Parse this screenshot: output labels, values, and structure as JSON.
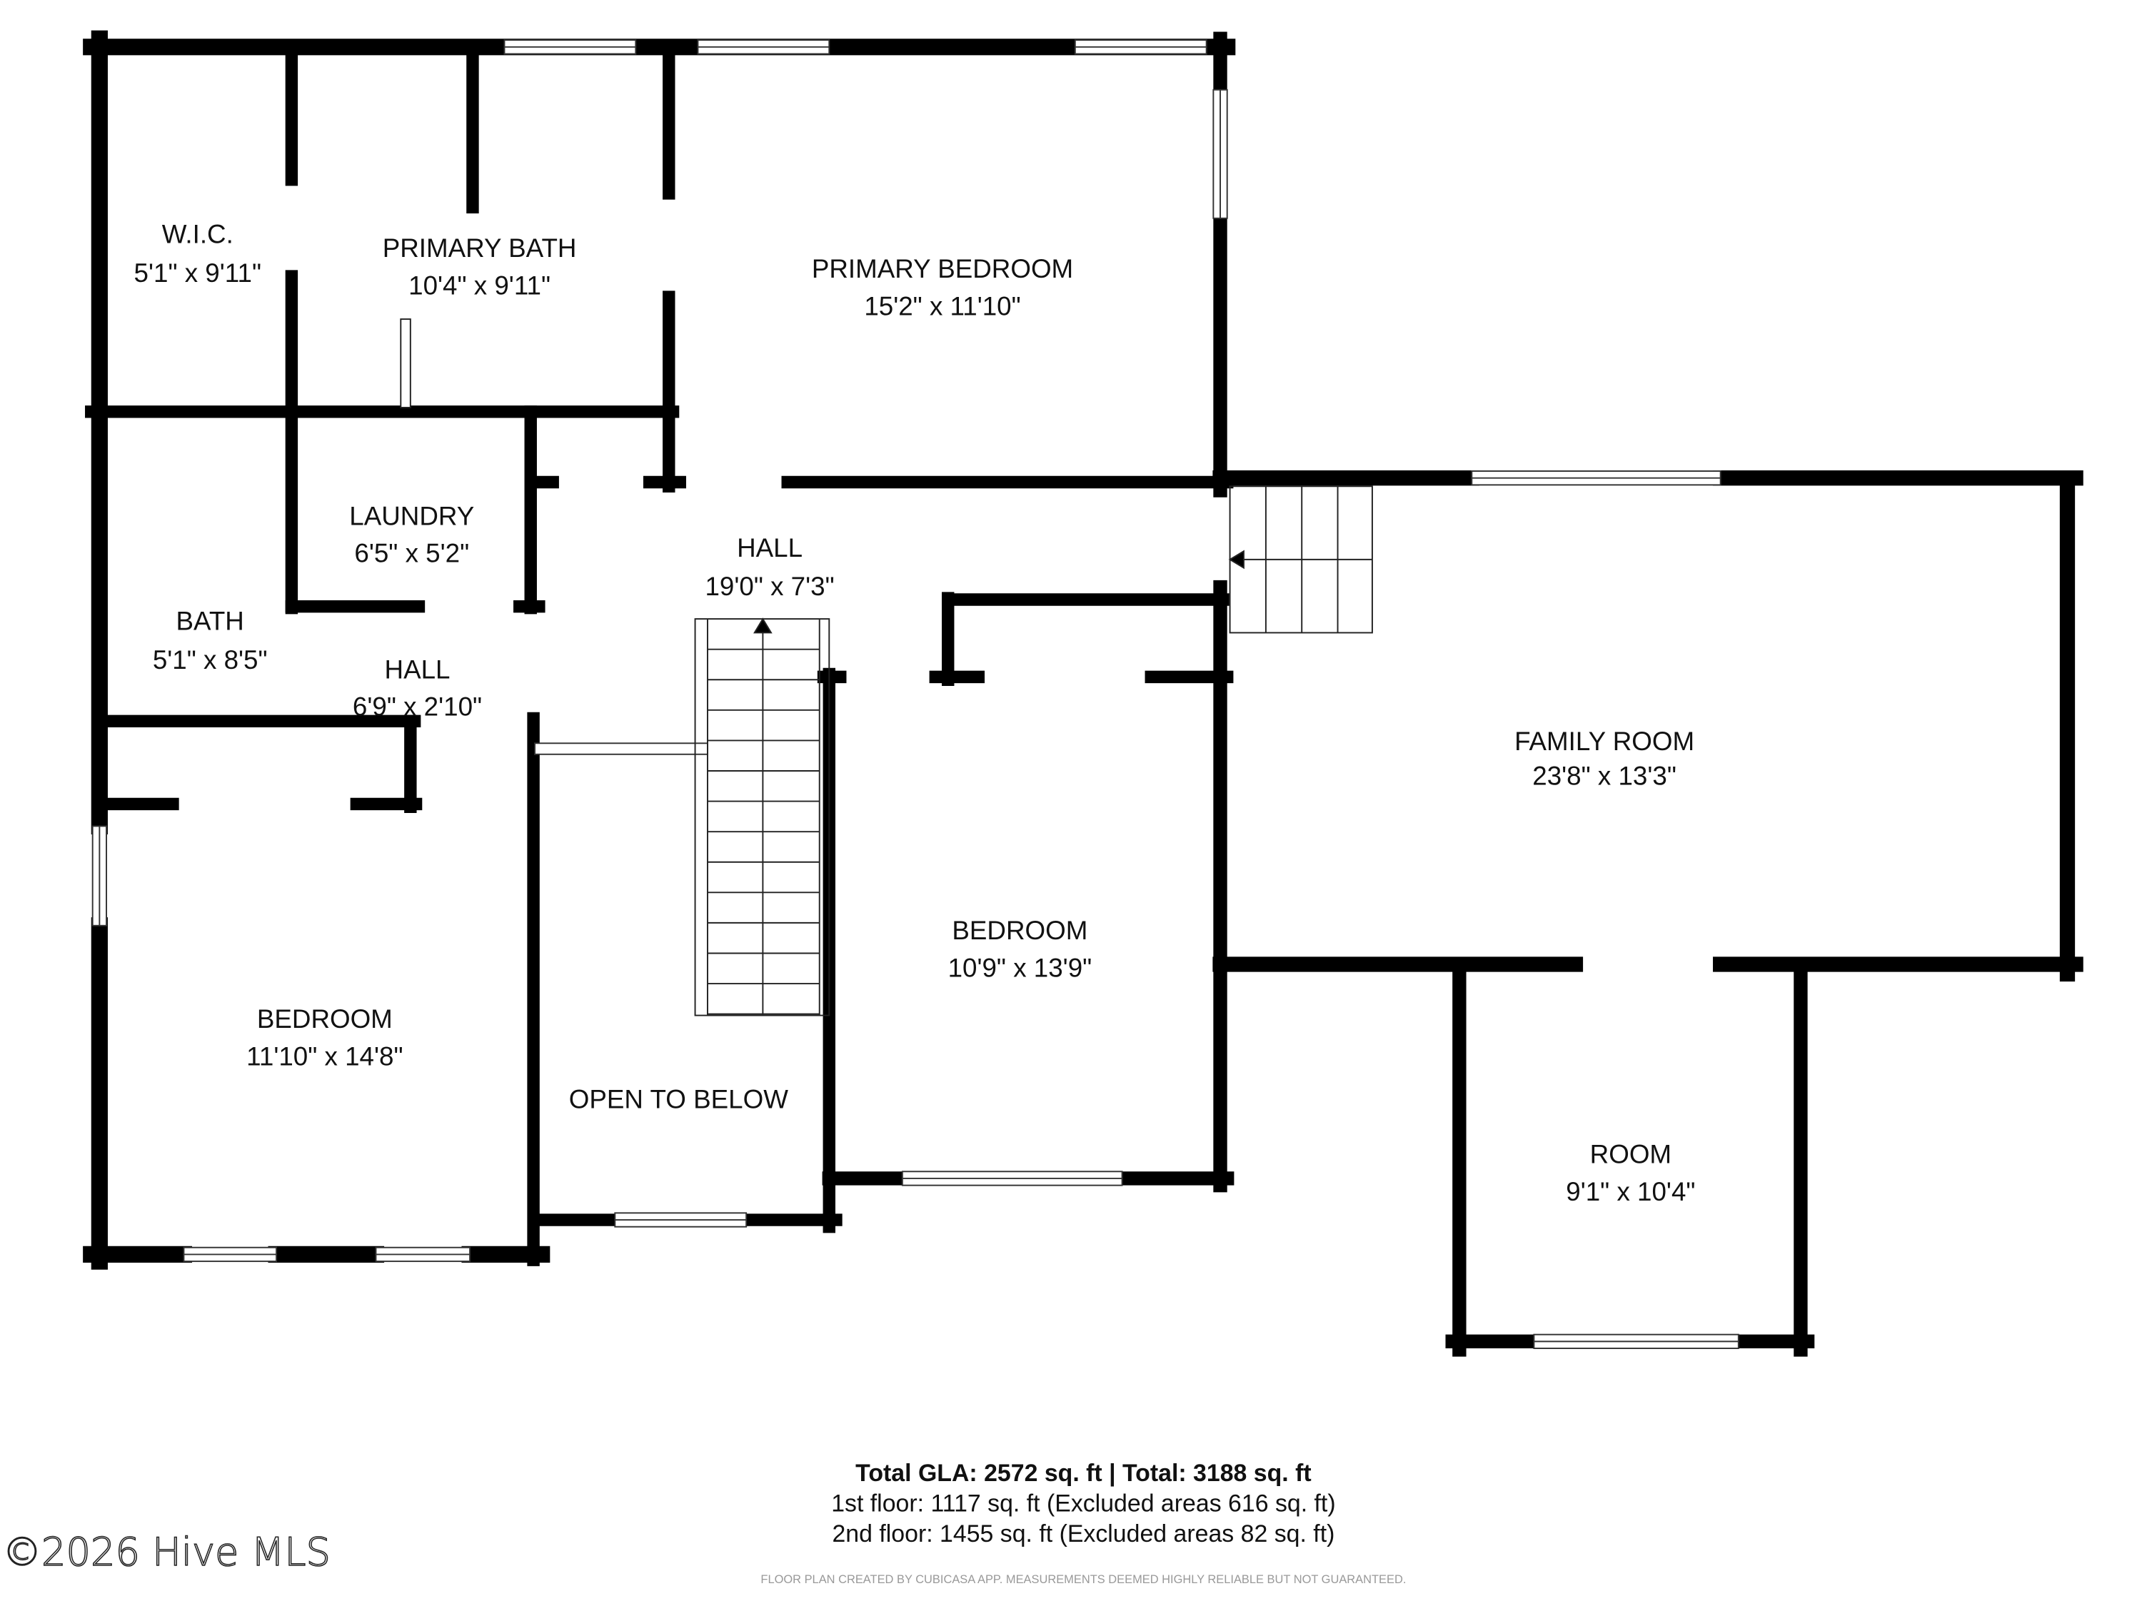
{
  "rooms": [
    {
      "name": "W.I.C.",
      "size": "5'1\" x 9'11\""
    },
    {
      "name": "PRIMARY BATH",
      "size": "10'4\" x 9'11\""
    },
    {
      "name": "PRIMARY BEDROOM",
      "size": "15'2\" x 11'10\""
    },
    {
      "name": "LAUNDRY",
      "size": "6'5\" x 5'2\""
    },
    {
      "name": "HALL",
      "size": "19'0\" x 7'3\""
    },
    {
      "name": "BATH",
      "size": "5'1\" x 8'5\""
    },
    {
      "name": "HALL",
      "size": "6'9\" x 2'10\""
    },
    {
      "name": "FAMILY ROOM",
      "size": "23'8\" x 13'3\""
    },
    {
      "name": "BEDROOM",
      "size": "10'9\" x 13'9\""
    },
    {
      "name": "BEDROOM",
      "size": "11'10\" x 14'8\""
    },
    {
      "name": "OPEN TO BELOW",
      "size": ""
    },
    {
      "name": "ROOM",
      "size": "9'1\" x 10'4\""
    }
  ],
  "summary": {
    "total": "Total GLA: 2572 sq. ft | Total: 3188 sq. ft",
    "first_floor": "1st floor: 1117 sq. ft (Excluded areas 616 sq. ft)",
    "second_floor": "2nd floor: 1455 sq. ft (Excluded areas 82 sq. ft)",
    "disclaimer": "FLOOR PLAN CREATED BY CUBICASA APP. MEASUREMENTS DEEMED HIGHLY RELIABLE BUT NOT GUARANTEED."
  },
  "watermark": "©2026 Hive MLS"
}
